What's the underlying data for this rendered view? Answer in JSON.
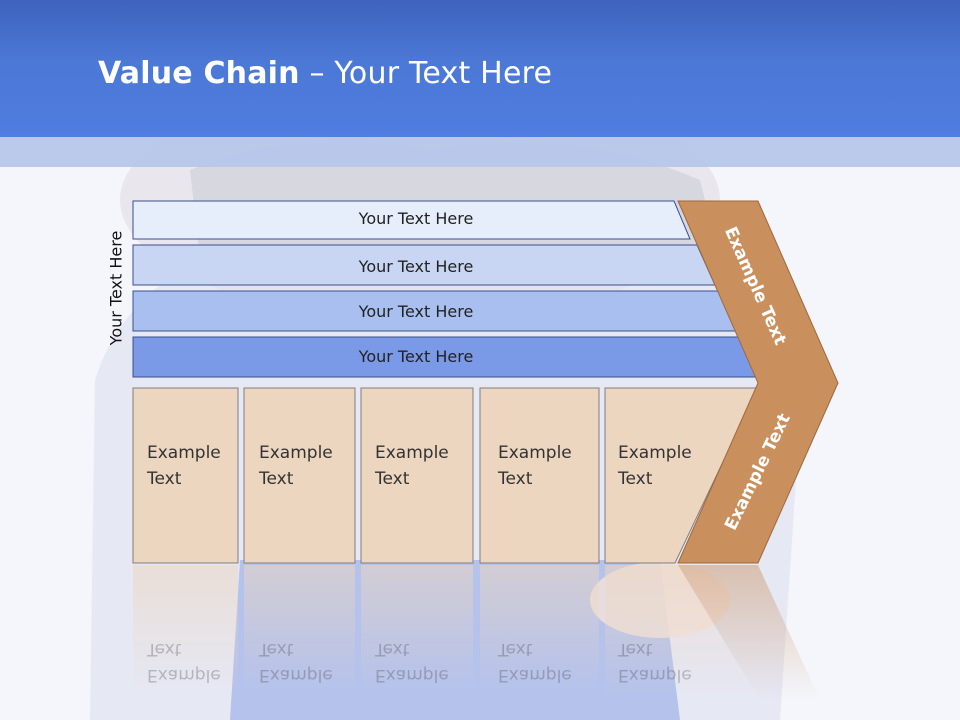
{
  "title": {
    "bold": "Value Chain",
    "rest": " – Your Text Here"
  },
  "side_label": "Your Text Here",
  "bars": [
    {
      "label": "Your Text Here",
      "fill": "#e6edfb"
    },
    {
      "label": "Your Text Here",
      "fill": "#c8d6f4"
    },
    {
      "label": "Your Text Here",
      "fill": "#a9bff0"
    },
    {
      "label": "Your Text Here",
      "fill": "#7a9ae8"
    }
  ],
  "cells": [
    {
      "line1": "Example",
      "line2": "Text"
    },
    {
      "line1": "Example",
      "line2": "Text"
    },
    {
      "line1": "Example",
      "line2": "Text"
    },
    {
      "line1": "Example",
      "line2": "Text"
    },
    {
      "line1": "Example",
      "line2": "Text"
    }
  ],
  "chevron": {
    "top_text": "Example Text",
    "bottom_text": "Example Text"
  },
  "colors": {
    "header": "#4c78d6",
    "cell_fill": "#ecd6c0",
    "chevron_fill": "#c98f5c",
    "bar_stroke": "#3a4f8c"
  }
}
